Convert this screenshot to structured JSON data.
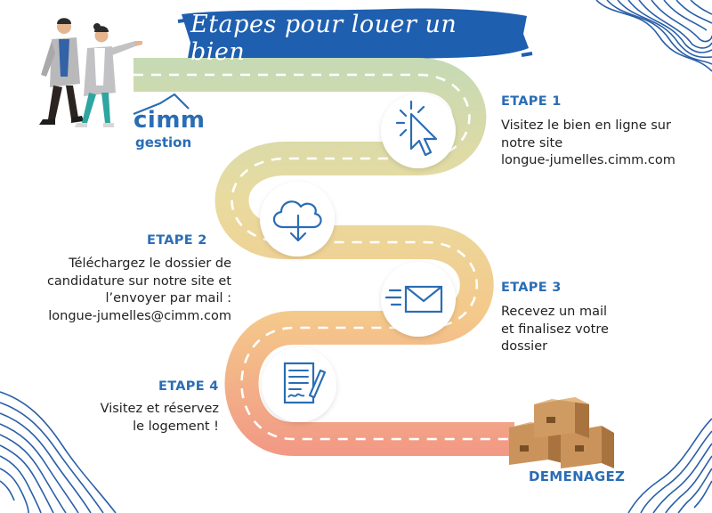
{
  "title": "Etapes pour louer un bien",
  "logo": {
    "name": "cimm",
    "sub": "gestion"
  },
  "steps": [
    {
      "title": "ETAPE 1",
      "lines": [
        "Visitez le bien en ligne sur",
        "notre site",
        "longue-jumelles.cimm.com"
      ]
    },
    {
      "title": "ETAPE 2",
      "lines": [
        "Téléchargez le dossier de",
        "candidature sur notre site et",
        "l’envoyer par mail :",
        "longue-jumelles@cimm.com"
      ]
    },
    {
      "title": "ETAPE 3",
      "lines": [
        "Recevez un mail",
        "et finalisez votre",
        "dossier"
      ]
    },
    {
      "title": "ETAPE 4",
      "lines": [
        "Visitez et réservez",
        "le logement !"
      ]
    }
  ],
  "final_label": "DEMENAGEZ",
  "icons": [
    "cursor-click-icon",
    "cloud-download-icon",
    "envelope-icon",
    "signed-document-icon",
    "boxes-icon",
    "people-pointing-illustration"
  ],
  "colors": {
    "brand_blue": "#2a6db5",
    "banner_blue": "#1f5fb0",
    "road_top": "#c6dab4",
    "road_mid": "#f1d28e",
    "road_bottom": "#f29a86",
    "text": "#222222"
  }
}
